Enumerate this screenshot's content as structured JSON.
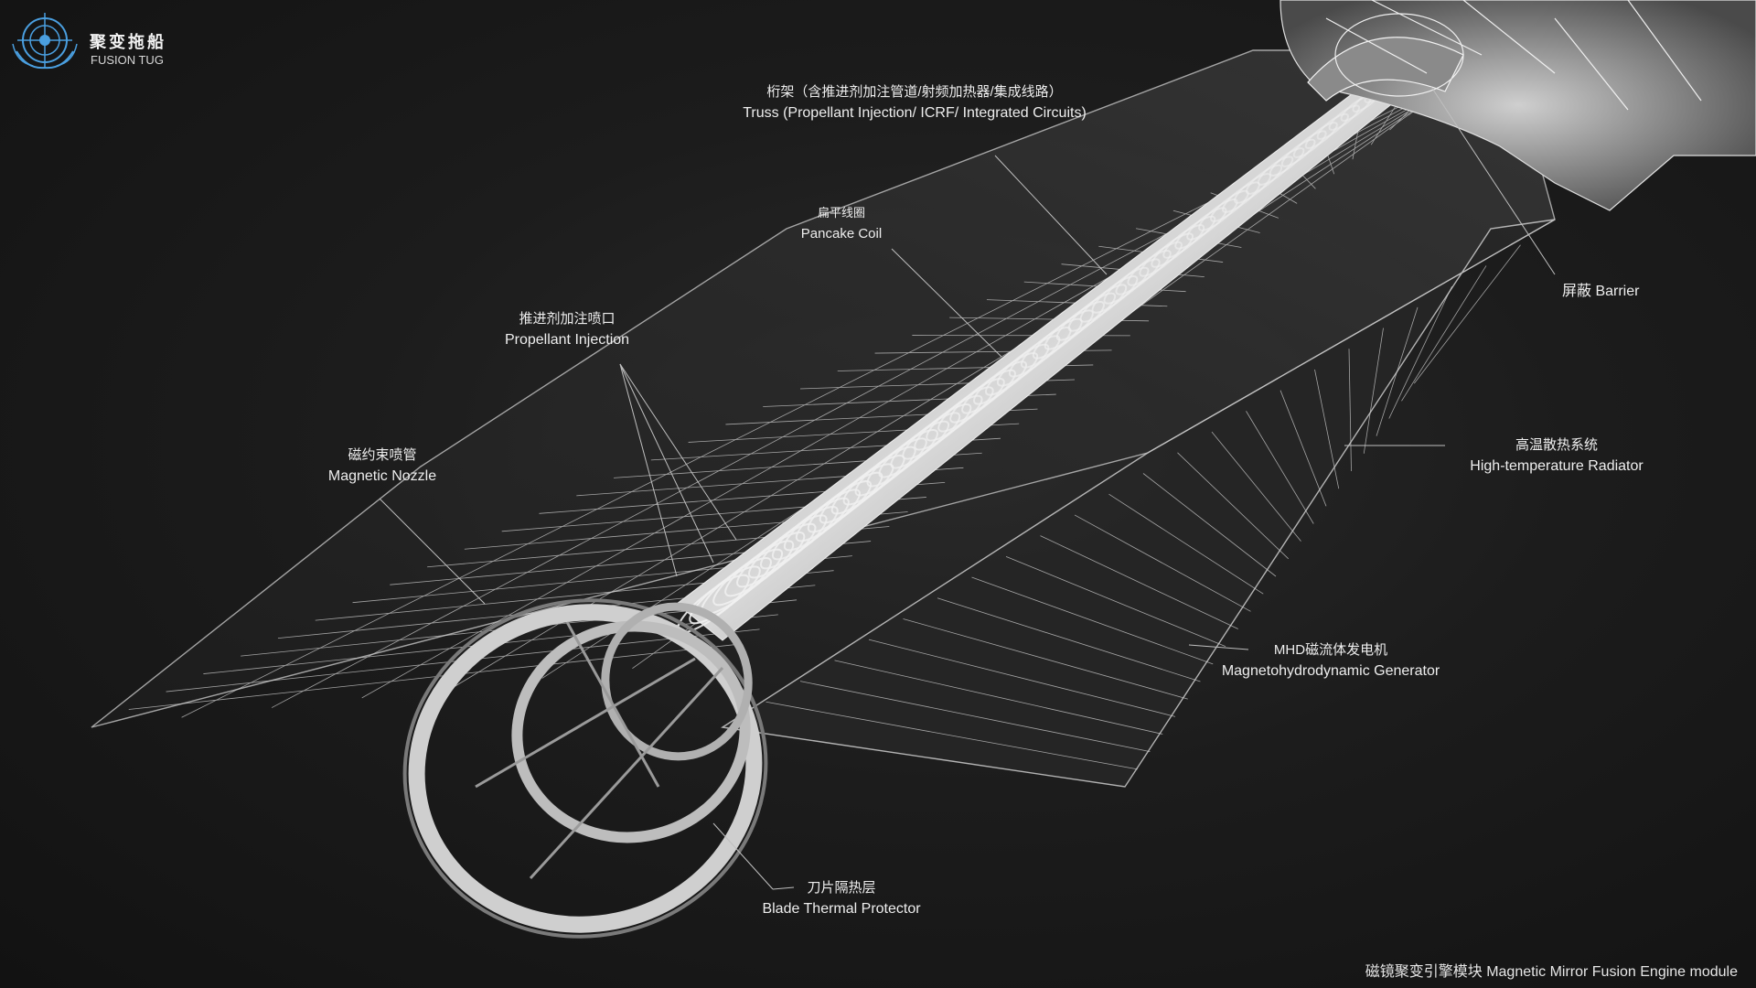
{
  "logo": {
    "icon": "emblem-icon",
    "title_cn": "聚变拖船",
    "title_en": "FUSION TUG"
  },
  "callouts": {
    "truss": {
      "cn": "桁架（含推进剂加注管道/射频加热器/集成线路）",
      "en": "Truss (Propellant Injection/ ICRF/ Integrated Circuits)"
    },
    "pancake_coil": {
      "cn": "扁平线圈",
      "en": "Pancake Coil"
    },
    "propellant_injection": {
      "cn": "推进剂加注喷口",
      "en": "Propellant Injection"
    },
    "magnetic_nozzle": {
      "cn": "磁约束喷管",
      "en": "Magnetic Nozzle"
    },
    "barrier": {
      "label": "屏蔽 Barrier"
    },
    "radiator": {
      "cn": "高温散热系统",
      "en": "High-temperature Radiator"
    },
    "mhd_generator": {
      "cn": "MHD磁流体发电机",
      "en": "Magnetohydrodynamic Generator"
    },
    "blade_protector": {
      "cn": "刀片隔热层",
      "en": "Blade Thermal Protector"
    }
  },
  "footer": {
    "caption": "磁镜聚变引擎模块 Magnetic Mirror Fusion Engine module"
  }
}
